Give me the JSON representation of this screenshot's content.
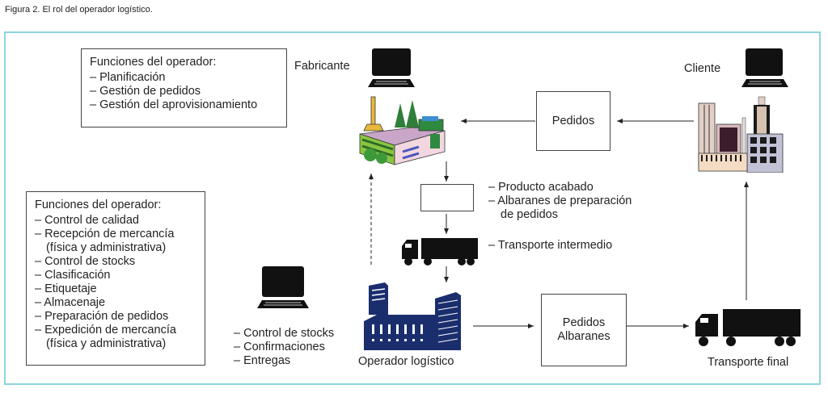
{
  "caption": "Figura 2. El rol del operador logístico.",
  "colors": {
    "frame": "#8fd3dc",
    "operator_building": "#1a2e6e",
    "factory_green": "#4aa33a"
  },
  "functions_top": {
    "title": "Funciones del operador:",
    "items": [
      "– Planificación",
      "– Gestión de pedidos",
      "– Gestión del aprovisionamiento"
    ]
  },
  "functions_left": {
    "title": "Funciones del operador:",
    "items": [
      "– Control de calidad",
      "– Recepción de mercancía",
      "(física y administrativa)",
      "– Control de stocks",
      "– Clasificación",
      "– Etiquetaje",
      "– Almacenaje",
      "– Preparación de pedidos",
      "– Expedición de mercancía",
      "(física y administrativa)"
    ]
  },
  "nodes": {
    "fabricante": "Fabricante",
    "cliente": "Cliente",
    "pedidos": "Pedidos",
    "pedidos_albaranes": [
      "Pedidos",
      "Albaranes"
    ],
    "operador": "Operador logístico",
    "transporte_final": "Transporte final"
  },
  "annotations": {
    "producto": [
      "– Producto acabado",
      "– Albaranes de preparación",
      "de pedidos"
    ],
    "transporte_intermedio": "– Transporte intermedio",
    "operator_computer": [
      "– Control de stocks",
      "– Confirmaciones",
      "– Entregas"
    ]
  },
  "icons": [
    "computer-icon",
    "factory-icon",
    "city-buildings-icon",
    "truck-icon",
    "office-building-icon"
  ]
}
